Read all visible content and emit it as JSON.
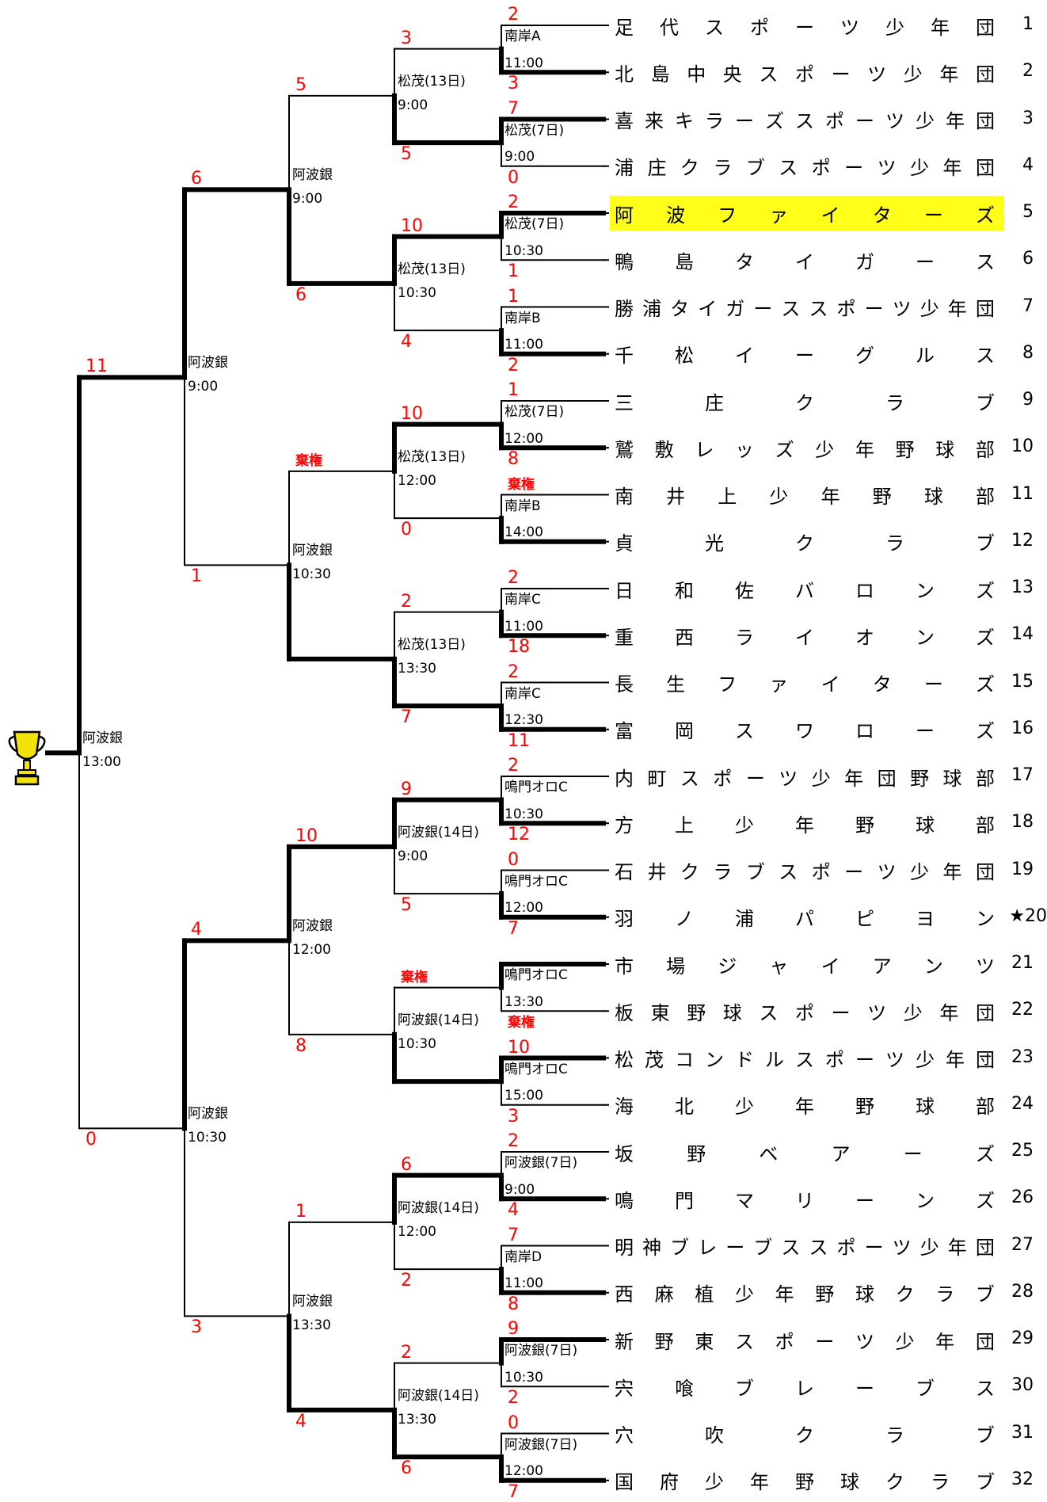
{
  "teams": [
    {
      "name": "足代スポーツ少年団",
      "seed": "1"
    },
    {
      "name": "北島中央スポーツ少年団",
      "seed": "2"
    },
    {
      "name": "喜来キラーズスポーツ少年団",
      "seed": "3"
    },
    {
      "name": "浦庄クラブスポーツ少年団",
      "seed": "4"
    },
    {
      "name": "阿波ファイターズ",
      "seed": "5",
      "highlight": true
    },
    {
      "name": "鴨島タイガース",
      "seed": "6"
    },
    {
      "name": "勝浦タイガーススポーツ少年団",
      "seed": "7"
    },
    {
      "name": "千松イーグルス",
      "seed": "8"
    },
    {
      "name": "三庄クラブ",
      "seed": "9"
    },
    {
      "name": "鷲敷レッズ少年野球部",
      "seed": "10"
    },
    {
      "name": "南井上少年野球部",
      "seed": "11"
    },
    {
      "name": "貞光クラブ",
      "seed": "12"
    },
    {
      "name": "日和佐バロンズ",
      "seed": "13"
    },
    {
      "name": "重西ライオンズ",
      "seed": "14"
    },
    {
      "name": "長生ファイターズ",
      "seed": "15"
    },
    {
      "name": "富岡スワローズ",
      "seed": "16"
    },
    {
      "name": "内町スポーツ少年団野球部",
      "seed": "17"
    },
    {
      "name": "方上少年野球部",
      "seed": "18"
    },
    {
      "name": "石井クラブスポーツ少年団",
      "seed": "19"
    },
    {
      "name": "羽ノ浦パピヨン",
      "seed": "★20"
    },
    {
      "name": "市場ジャイアンツ",
      "seed": "21"
    },
    {
      "name": "板東野球スポーツ少年団",
      "seed": "22"
    },
    {
      "name": "松茂コンドルスポーツ少年団",
      "seed": "23"
    },
    {
      "name": "海北少年野球部",
      "seed": "24"
    },
    {
      "name": "坂野ベアーズ",
      "seed": "25"
    },
    {
      "name": "鳴門マリーンズ",
      "seed": "26"
    },
    {
      "name": "明神ブレーブススポーツ少年団",
      "seed": "27"
    },
    {
      "name": "西麻植少年野球クラブ",
      "seed": "28"
    },
    {
      "name": "新野東スポーツ少年団",
      "seed": "29"
    },
    {
      "name": "宍喰ブレーブス",
      "seed": "30"
    },
    {
      "name": "穴吹クラブ",
      "seed": "31"
    },
    {
      "name": "国府少年野球クラブ",
      "seed": "32"
    }
  ],
  "round1": [
    {
      "venue": "南岸A",
      "time": "11:00",
      "top": "2",
      "bottom": "3",
      "win": "b"
    },
    {
      "venue": "松茂(7日)",
      "time": "9:00",
      "top": "7",
      "bottom": "0",
      "win": "t"
    },
    {
      "venue": "松茂(7日)",
      "time": "10:30",
      "top": "2",
      "bottom": "1",
      "win": "t"
    },
    {
      "venue": "南岸B",
      "time": "11:00",
      "top": "1",
      "bottom": "2",
      "win": "b"
    },
    {
      "venue": "松茂(7日)",
      "time": "12:00",
      "top": "1",
      "bottom": "8",
      "win": "b"
    },
    {
      "venue": "南岸B",
      "time": "14:00",
      "top": "棄権",
      "bottom": "",
      "win": "b"
    },
    {
      "venue": "南岸C",
      "time": "11:00",
      "top": "2",
      "bottom": "18",
      "win": "b"
    },
    {
      "venue": "南岸C",
      "time": "12:30",
      "top": "2",
      "bottom": "11",
      "win": "b"
    },
    {
      "venue": "鳴門オロC",
      "time": "10:30",
      "top": "2",
      "bottom": "12",
      "win": "b"
    },
    {
      "venue": "鳴門オロC",
      "time": "12:00",
      "top": "0",
      "bottom": "7",
      "win": "b"
    },
    {
      "venue": "鳴門オロC",
      "time": "13:30",
      "top": "",
      "bottom": "棄権",
      "win": "t"
    },
    {
      "venue": "鳴門オロC",
      "time": "15:00",
      "top": "10",
      "bottom": "3",
      "win": "t"
    },
    {
      "venue": "阿波銀(7日)",
      "time": "9:00",
      "top": "2",
      "bottom": "4",
      "win": "b"
    },
    {
      "venue": "南岸D",
      "time": "11:00",
      "top": "7",
      "bottom": "8",
      "win": "b"
    },
    {
      "venue": "阿波銀(7日)",
      "time": "10:30",
      "top": "9",
      "bottom": "2",
      "win": "t"
    },
    {
      "venue": "阿波銀(7日)",
      "time": "12:00",
      "top": "0",
      "bottom": "7",
      "win": "b"
    }
  ],
  "round2": [
    {
      "venue": "松茂(13日)",
      "time": "9:00",
      "top": "3",
      "bottom": "5",
      "win": "b"
    },
    {
      "venue": "松茂(13日)",
      "time": "10:30",
      "top": "10",
      "bottom": "4",
      "win": "t"
    },
    {
      "venue": "松茂(13日)",
      "time": "12:00",
      "top": "10",
      "bottom": "0",
      "win": "t"
    },
    {
      "venue": "松茂(13日)",
      "time": "13:30",
      "top": "2",
      "bottom": "7",
      "win": "b"
    },
    {
      "venue": "阿波銀(14日)",
      "time": "9:00",
      "top": "9",
      "bottom": "5",
      "win": "t"
    },
    {
      "venue": "阿波銀(14日)",
      "time": "10:30",
      "top": "棄権",
      "bottom": "",
      "win": "b"
    },
    {
      "venue": "阿波銀(14日)",
      "time": "12:00",
      "top": "6",
      "bottom": "2",
      "win": "t"
    },
    {
      "venue": "阿波銀(14日)",
      "time": "13:30",
      "top": "2",
      "bottom": "6",
      "win": "b"
    }
  ],
  "round3": [
    {
      "venue": "阿波銀",
      "time": "9:00",
      "top": "5",
      "bottom": "6",
      "win": "b"
    },
    {
      "venue": "阿波銀",
      "time": "10:30",
      "top": "棄権",
      "bottom": "",
      "win": "b"
    },
    {
      "venue": "阿波銀",
      "time": "12:00",
      "top": "10",
      "bottom": "8",
      "win": "t"
    },
    {
      "venue": "阿波銀",
      "time": "13:30",
      "top": "1",
      "bottom": "4",
      "win": "b"
    }
  ],
  "round4": [
    {
      "venue": "阿波銀",
      "time": "9:00",
      "top": "6",
      "bottom": "1",
      "win": "t"
    },
    {
      "venue": "阿波銀",
      "time": "10:30",
      "top": "4",
      "bottom": "3",
      "win": "t"
    }
  ],
  "final": {
    "venue": "阿波銀",
    "time": "13:00",
    "top": "11",
    "bottom": "0",
    "win": "t"
  },
  "colors": {
    "score": "#ff0000",
    "line": "#000000",
    "highlight": "#ffff1a",
    "trophy": "#f2e40a"
  }
}
